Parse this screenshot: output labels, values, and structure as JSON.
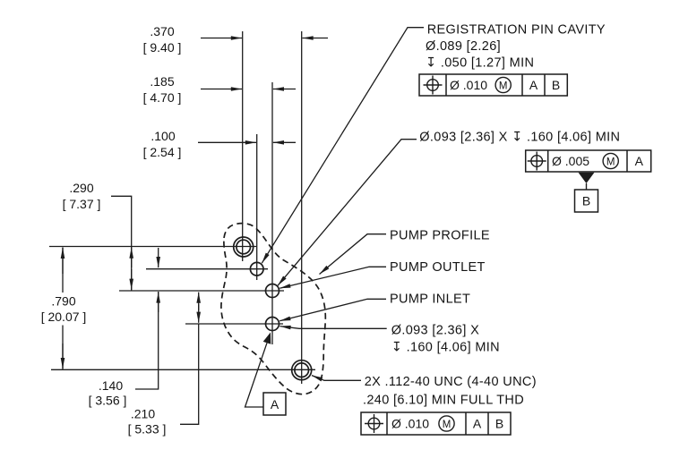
{
  "page": {
    "background": "#ffffff",
    "line_color": "#1c1c1c"
  },
  "dimensions": {
    "w370": {
      "inches": ".370",
      "mm": "[ 9.40 ]"
    },
    "w185": {
      "inches": ".185",
      "mm": "[ 4.70 ]"
    },
    "w100": {
      "inches": ".100",
      "mm": "[ 2.54 ]"
    },
    "h290": {
      "inches": ".290",
      "mm": "[ 7.37 ]"
    },
    "h790": {
      "inches": ".790",
      "mm": "[ 20.07 ]"
    },
    "h140": {
      "inches": ".140",
      "mm": "[ 3.56 ]"
    },
    "h210": {
      "inches": ".210",
      "mm": "[ 5.33 ]"
    }
  },
  "callouts": {
    "registration_pin_cavity": {
      "title": "REGISTRATION PIN CAVITY",
      "diameter": "Ø.089 [2.26]",
      "depth": "↧ .050 [1.27] MIN",
      "fcf": {
        "tolerance": "Ø .010",
        "modifier": "M",
        "datum1": "A",
        "datum2": "B"
      }
    },
    "outlet_hole_spec": {
      "text": "Ø.093 [2.36] X  ↧ .160 [4.06] MIN",
      "fcf": {
        "tolerance": "Ø .005",
        "modifier": "M",
        "datum1": "A"
      },
      "datum_tag": "B"
    },
    "pump_profile": "PUMP PROFILE",
    "pump_outlet": "PUMP OUTLET",
    "pump_inlet": "PUMP INLET",
    "inlet_hole_spec": {
      "line1": "Ø.093 [2.36] X",
      "line2": "↧ .160 [4.06] MIN"
    },
    "thread_spec": {
      "line1": "2X .112-40 UNC (4-40 UNC)",
      "line2": ".240 [6.10] MIN FULL THD",
      "fcf": {
        "tolerance": "Ø .010",
        "modifier": "M",
        "datum1": "A",
        "datum2": "B"
      }
    },
    "datum_a_tag": "A"
  }
}
